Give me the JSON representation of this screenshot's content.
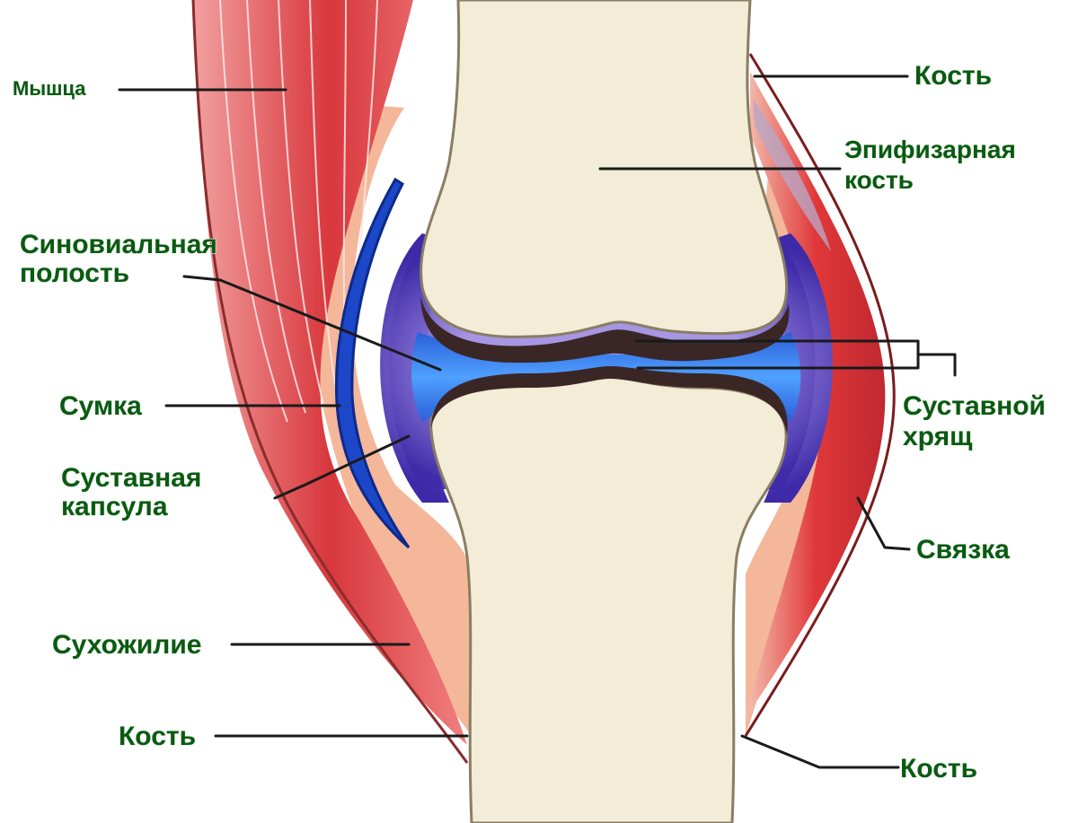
{
  "labels": {
    "muscle": "Мышца",
    "bone_top": "Кость",
    "epiphyseal_1": "Эпифизарная",
    "epiphyseal_2": "кость",
    "synovial_1": "Синовиальная",
    "synovial_2": "полость",
    "bursa": "Сумка",
    "capsule_1": "Суставная",
    "capsule_2": "капсула",
    "cartilage_1": "Суставной",
    "cartilage_2": "хрящ",
    "ligament": "Связка",
    "tendon": "Сухожилие",
    "bone_left": "Кость",
    "bone_right": "Кость"
  },
  "colors": {
    "muscle": "#d8373c",
    "muscle_light": "#f07a7a",
    "bone": "#f3ecd6",
    "bone_edge": "#8a7d64",
    "capsule": "#5a3fbf",
    "capsule_light": "#9c8be0",
    "synovial": "#2a6fe0",
    "cartilage": "#3b2626",
    "bursa": "#1c47c8",
    "soft_tissue": "#f4b79a",
    "label_text": "#0a5a12"
  }
}
